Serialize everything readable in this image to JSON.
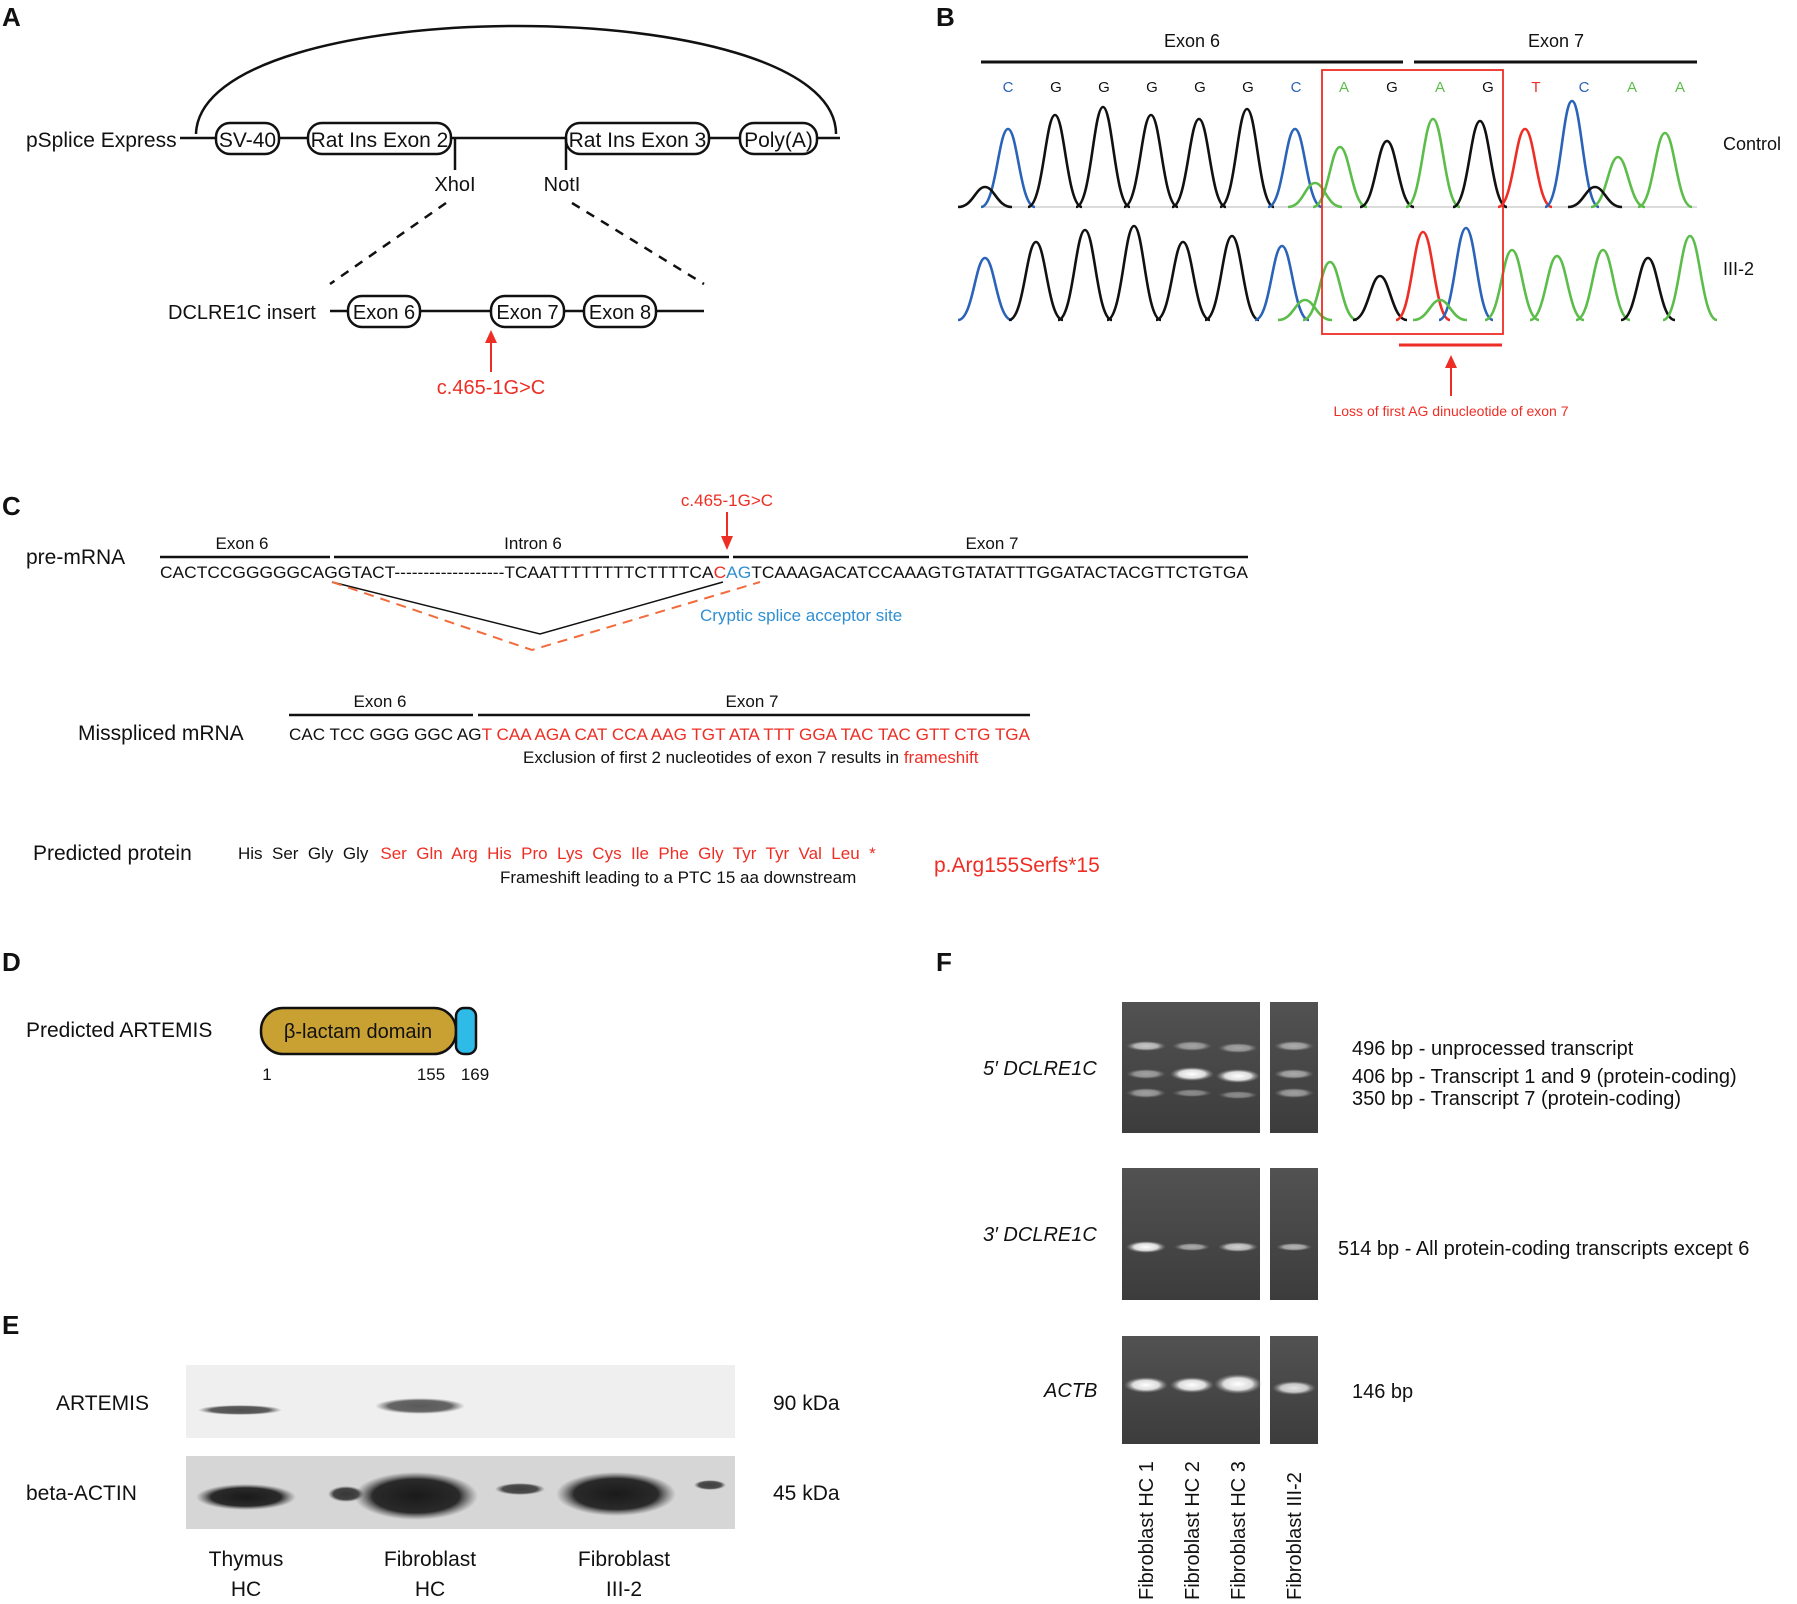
{
  "panel_labels": {
    "a": "A",
    "b": "B",
    "c": "C",
    "d": "D",
    "e": "E",
    "f": "F"
  },
  "panelA": {
    "vector_label": "pSplice Express",
    "boxes": [
      "SV-40",
      "Rat Ins Exon 2",
      "Rat Ins Exon 3",
      "Poly(A)"
    ],
    "site1": "XhoI",
    "site2": "NotI",
    "insert_label": "DCLRE1C insert",
    "exons": [
      "Exon 6",
      "Exon 7",
      "Exon 8"
    ],
    "mutation": "c.465-1G>C"
  },
  "panelB": {
    "exon_left": "Exon 6",
    "exon_right": "Exon 7",
    "bases": [
      "C",
      "G",
      "G",
      "G",
      "G",
      "G",
      "C",
      "A",
      "G",
      "A",
      "G",
      "T",
      "C",
      "A",
      "A"
    ],
    "row1": "Control",
    "row2": "III-2",
    "note": "Loss of first AG dinucleotide of exon 7",
    "colors": {
      "A": "#5cbd4b",
      "C": "#2a63b8",
      "G": "#111111",
      "T": "#ee2e24"
    }
  },
  "panelC": {
    "mutation": "c.465-1G>C",
    "pre_label": "pre-mRNA",
    "exon6": "Exon 6",
    "intron6": "Intron 6",
    "exon7": "Exon 7",
    "pre_seq_a": "CACTCCGGGGGCAG",
    "pre_seq_b": "GTACT-------------------TCAATTTTTTTTCTTTTCA",
    "pre_seq_c": "C",
    "pre_seq_d": "AG",
    "pre_seq_e": "TCAAAGACATCCAAAGTGTATATTTGGATACTACGTTCTGTGA",
    "cryptic": "Cryptic splice acceptor site",
    "mis_label": "Misspliced mRNA",
    "mis_exon6": "Exon 6",
    "mis_exon7": "Exon 7",
    "mis_seq_black": "CAC TCC GGG GGC AG",
    "mis_seq_red": "T CAA AGA CAT CCA AAG TGT ATA TTT GGA TAC TAC GTT CTG TGA",
    "mis_note_a": "Exclusion of first 2 nucleotides of exon 7 results in ",
    "mis_note_b": "frameshift",
    "prot_label": "Predicted protein",
    "prot_black": "His  Ser  Gly  Gly",
    "prot_red": "Ser  Gln  Arg  His  Pro  Lys  Cys  Ile  Phe  Gly  Tyr  Tyr  Val  Leu  *",
    "prot_note": "Frameshift leading to a PTC 15 aa downstream",
    "prot_change": "p.Arg155Serfs*15"
  },
  "panelD": {
    "label": "Predicted ARTEMIS",
    "domain": "β-lactam domain",
    "pos_start": "1",
    "pos_155": "155",
    "pos_169": "169"
  },
  "panelE": {
    "row1": "ARTEMIS",
    "row2": "beta-ACTIN",
    "kda1": "90 kDa",
    "kda2": "45 kDa",
    "lanes": [
      {
        "line1": "Thymus",
        "line2": "HC"
      },
      {
        "line1": "Fibroblast",
        "line2": "HC"
      },
      {
        "line1": "Fibroblast",
        "line2": "III-2"
      }
    ]
  },
  "panelF": {
    "gel1_label": "5′ DCLRE1C",
    "gel2_label": "3′ DCLRE1C",
    "gel3_label": "ACTB",
    "bands1": [
      "496 bp - unprocessed transcript",
      "406 bp - Transcript 1 and 9 (protein-coding)",
      "350 bp - Transcript 7 (protein-coding)"
    ],
    "band2": "514 bp - All protein-coding transcripts except 6",
    "band3": "146 bp",
    "lanes": [
      "Fibroblast HC 1",
      "Fibroblast HC 2",
      "Fibroblast HC 3",
      "Fibroblast III-2"
    ]
  }
}
